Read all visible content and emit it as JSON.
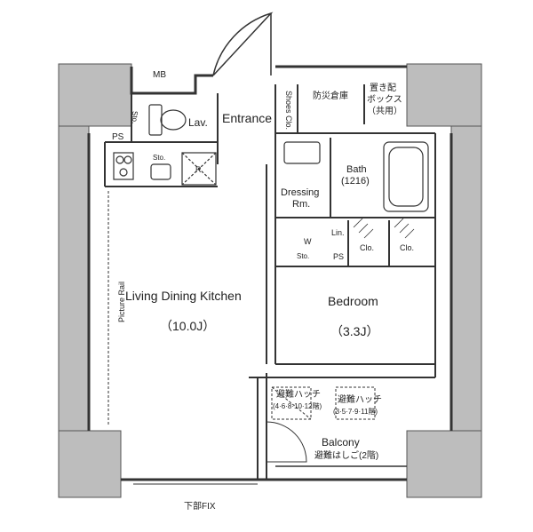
{
  "rooms": {
    "ldk_name": "Living Dining Kitchen",
    "ldk_size": "（10.0J）",
    "bedroom_name": "Bedroom",
    "bedroom_size": "（3.3J）",
    "entrance": "Entrance",
    "lav": "Lav.",
    "bath_name": "Bath",
    "bath_size": "(1216)",
    "dressing_line1": "Dressing",
    "dressing_line2": "Rm.",
    "balcony": "Balcony"
  },
  "storage": {
    "mb": "MB",
    "ps_left": "PS",
    "ps_right": "PS",
    "sto_wc": "Sto.",
    "sto_kitchen": "Sto.",
    "sto_dressing": "Sto.",
    "refrigerator": "R",
    "lin": "Lin.",
    "washer": "W",
    "clo_1": "Clo.",
    "clo_2": "Clo.",
    "shoes_clo": "Shoes Clo.",
    "disaster_storage": "防災倉庫",
    "delivery_box_1": "置き配",
    "delivery_box_2": "ボックス",
    "delivery_box_3": "（共用）"
  },
  "annotations": {
    "hatch_left_1": "避難ハッチ",
    "hatch_left_2": "(4·6·8·10·12階)",
    "hatch_right_1": "避難ハッチ",
    "hatch_right_2": "(3·5·7·9·11階)",
    "ladder": "避難はしご(2階)",
    "picture_rail": "Picture Rail",
    "lower_fix": "下部FIX"
  }
}
